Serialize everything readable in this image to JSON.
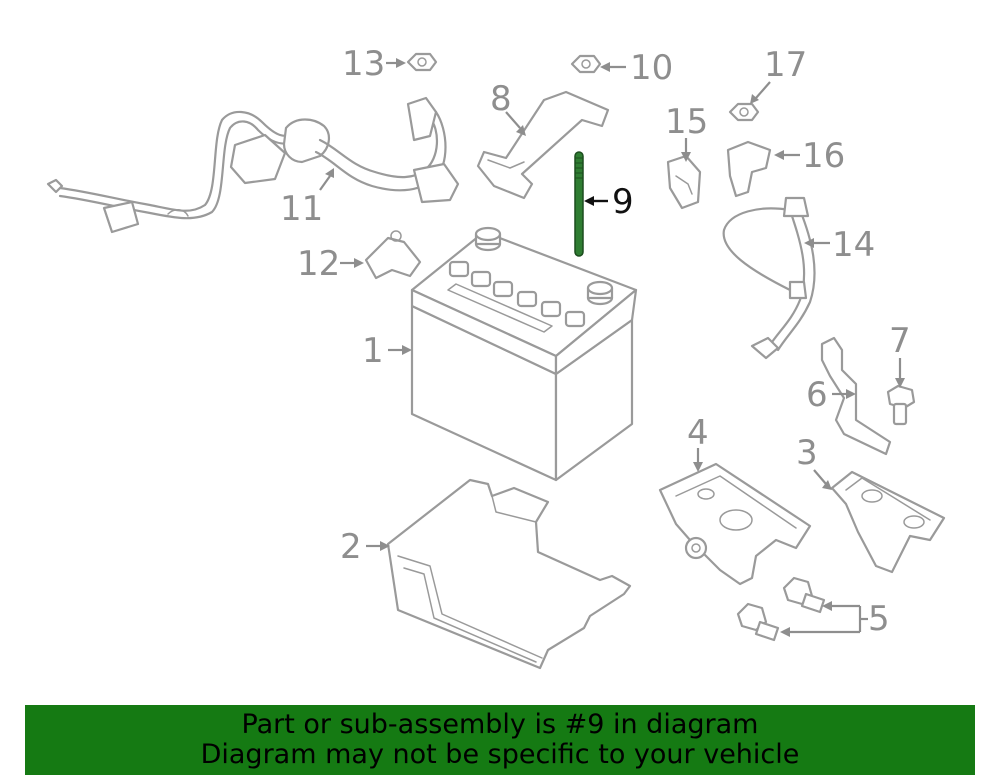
{
  "diagram": {
    "callouts": {
      "c1": "1",
      "c2": "2",
      "c3": "3",
      "c4": "4",
      "c5": "5",
      "c6": "6",
      "c7": "7",
      "c8": "8",
      "c9": "9",
      "c10": "10",
      "c11": "11",
      "c12": "12",
      "c13": "13",
      "c14": "14",
      "c15": "15",
      "c16": "16",
      "c17": "17"
    },
    "highlighted_part": "9",
    "highlight_color": "#2f7d32",
    "line_color": "#9a9a9a"
  },
  "banner": {
    "line1": "Part or sub-assembly is #9 in diagram",
    "line2": "Diagram may not be specific to your vehicle",
    "background": "#157a13"
  }
}
